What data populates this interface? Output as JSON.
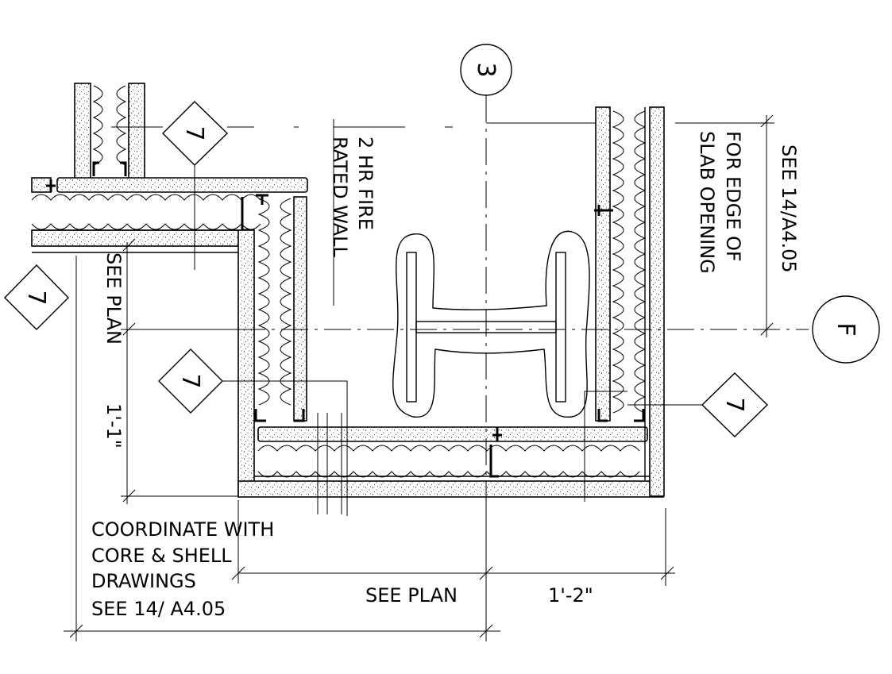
{
  "notes": {
    "fire_wall_line1": "2 HR FIRE",
    "fire_wall_line2": "RATED WALL",
    "slab_line1": "FOR EDGE OF",
    "slab_line2": "SLAB OPENING",
    "see_ref_vertical": "SEE 14/A4.05",
    "see_plan_vertical": "SEE PLAN",
    "dim_vertical": "1'-1\"",
    "coordinate_line1": "COORDINATE WITH",
    "coordinate_line2": "CORE & SHELL",
    "coordinate_line3": "DRAWINGS",
    "coordinate_line4": "SEE 14/ A4.05",
    "see_plan_bottom": "SEE PLAN",
    "dim_bottom": "1'-2\""
  },
  "grid_bubbles": {
    "column_3": "3",
    "row_F": "F"
  },
  "tags": {
    "tag_top": "7",
    "tag_left": "7",
    "tag_mid": "7",
    "tag_right": "7"
  }
}
